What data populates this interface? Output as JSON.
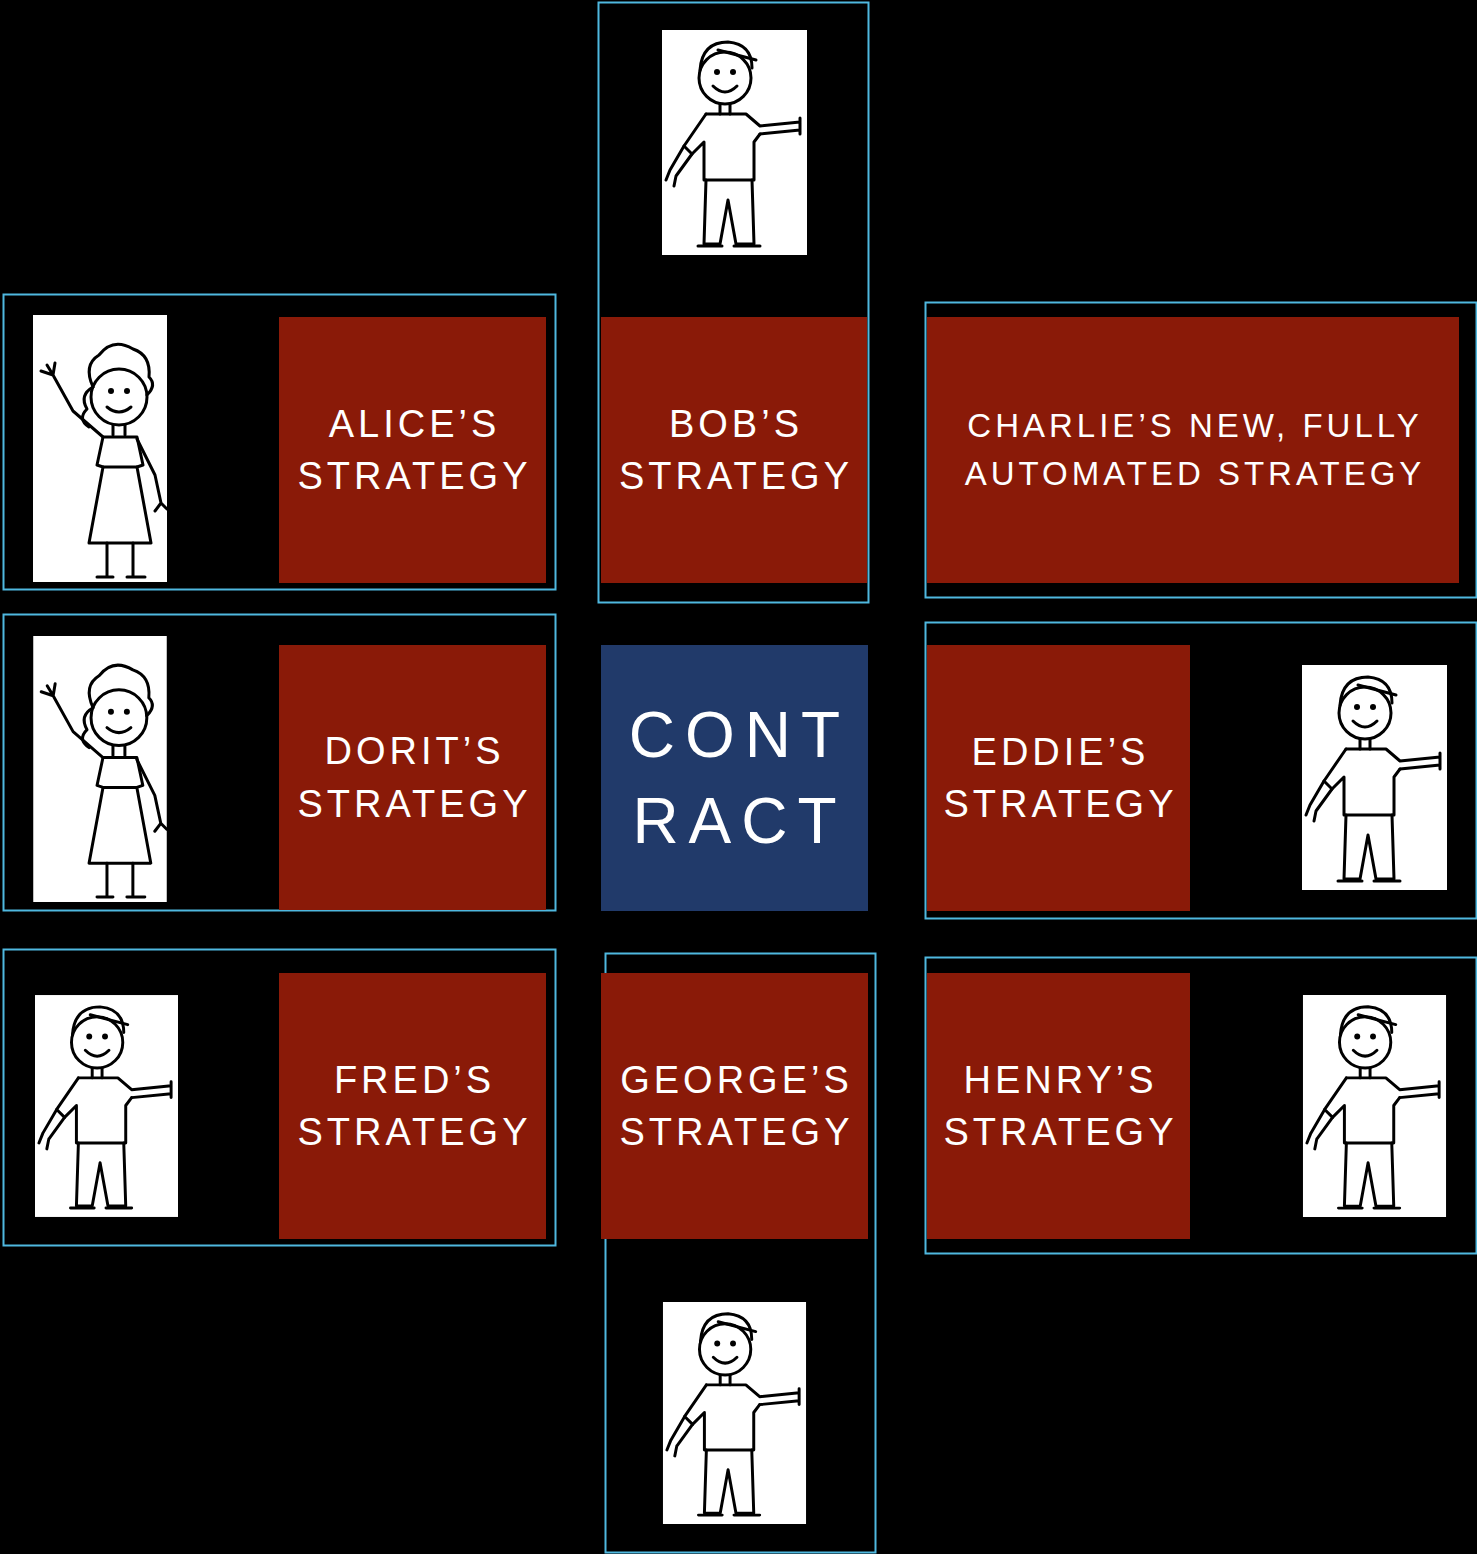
{
  "diagram": {
    "nodes": [
      {
        "text": [
          "ALICE’S STRATEGY"
        ]
      },
      {
        "text": [
          "BOB’S STRATEGY"
        ]
      },
      {
        "text": [
          "CHARLIE’S NEW, FULLY AUTOMATED STRATEGY"
        ]
      },
      {
        "text": [
          "DORIT’S STRATEGY"
        ]
      },
      {
        "text": [
          "CONT RACT"
        ]
      },
      {
        "text": [
          "EDDIE’S STRATEGY"
        ]
      },
      {
        "text": [
          "FRED’S STRATEGY"
        ]
      },
      {
        "text": [
          "GEORGE’S STRATEGY"
        ]
      },
      {
        "text": [
          "HENRY’S STRATEGY"
        ]
      }
    ]
  }
}
